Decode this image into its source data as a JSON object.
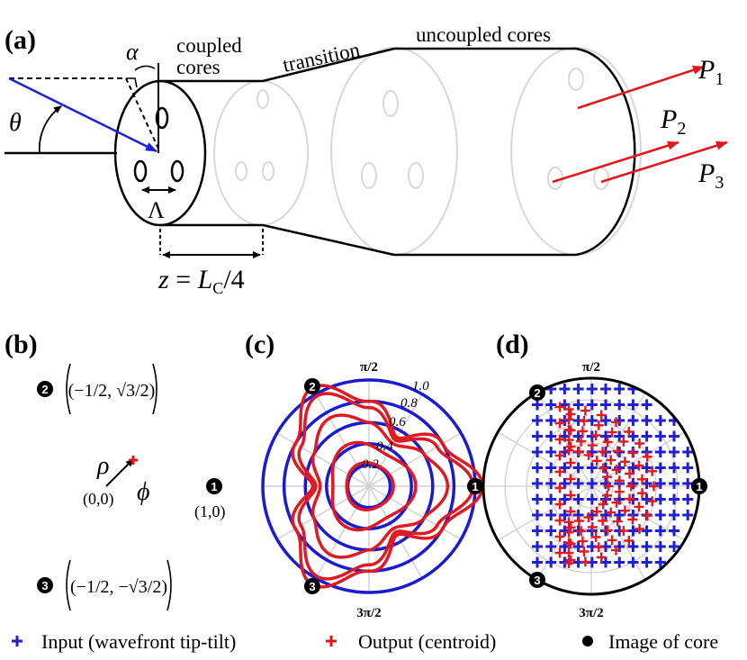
{
  "panel_a": {
    "label": "(a)",
    "coupled_line1": "coupled",
    "coupled_line2": "cores",
    "transition": "transition",
    "uncoupled": "uncoupled cores",
    "theta": "θ",
    "alpha": "α",
    "lambda": "Λ",
    "z_prefix": "z",
    "z_equals": " = ",
    "z_L": "L",
    "z_sub": "C",
    "z_suffix": "/4",
    "p1": "P",
    "p1_sub": "1",
    "p2": "P",
    "p2_sub": "2",
    "p3": "P",
    "p3_sub": "3"
  },
  "panel_b": {
    "label": "(b)",
    "core2_marker": "2",
    "core2_coords": "(−1/2, √3/2)",
    "core1_marker": "1",
    "core1_coords": "(1,0)",
    "core3_marker": "3",
    "core3_coords": "(−1/2, −√3/2)",
    "rho": "ρ",
    "phi": "ϕ",
    "origin": "(0,0)"
  },
  "panel_c": {
    "label": "(c)",
    "top_label": "π/2",
    "bottom_label": "3π/2",
    "radial_labels": [
      "0.2",
      "0.4",
      "0.6",
      "0.8",
      "1.0"
    ],
    "core_markers": [
      "1",
      "2",
      "3"
    ]
  },
  "panel_d": {
    "label": "(d)",
    "top_label": "π/2",
    "bottom_label": "3π/2",
    "core_markers": [
      "1",
      "2",
      "3"
    ]
  },
  "legend": {
    "input_label": "Input (wavefront tip-tilt)",
    "output_label": "Output (centroid)",
    "core_label": "Image of core"
  },
  "colors": {
    "beam_blue": "#1f1fd6",
    "arrow_red": "#e8141c",
    "polar_blue": "#1a1ad0",
    "curve_red": "#e01a22",
    "grid_gray": "#d0d0d0",
    "faint_gray": "#d8d8d8"
  }
}
